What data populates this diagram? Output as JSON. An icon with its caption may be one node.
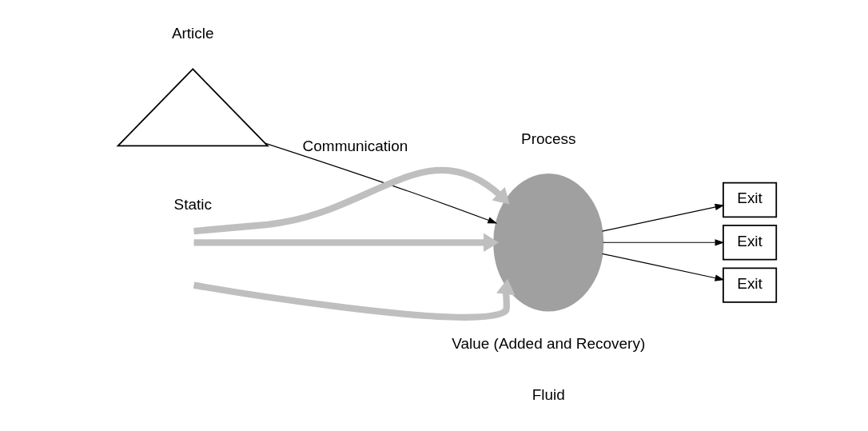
{
  "diagram": {
    "nodes": [
      {
        "text": [],
        "shape": "triangle",
        "beside": [
          "Article",
          "Static"
        ]
      },
      {
        "text": [
          "Exit"
        ]
      },
      {
        "text": [],
        "shape": "circle",
        "beside": [
          "Process",
          "Value (Added and Recovery)",
          "Fluid"
        ]
      },
      {
        "text": [
          "Exit"
        ]
      },
      {
        "text": [
          "Exit"
        ]
      }
    ],
    "edges": [
      {
        "from": 0,
        "to": 2,
        "arrow": "to",
        "label": "Communication"
      },
      {
        "from": 2,
        "to": 1,
        "arrow": "to"
      },
      {
        "from": 2,
        "to": 3,
        "arrow": "to"
      },
      {
        "from": 2,
        "to": 4,
        "arrow": "to"
      },
      {
        "from": null,
        "to": 2,
        "arrow": "to",
        "style": "thick",
        "color": "#bfbfbf"
      },
      {
        "from": null,
        "to": 2,
        "arrow": "to",
        "style": "thick",
        "color": "#bfbfbf"
      },
      {
        "from": null,
        "to": 2,
        "arrow": "to",
        "style": "thick",
        "color": "#bfbfbf"
      }
    ]
  }
}
